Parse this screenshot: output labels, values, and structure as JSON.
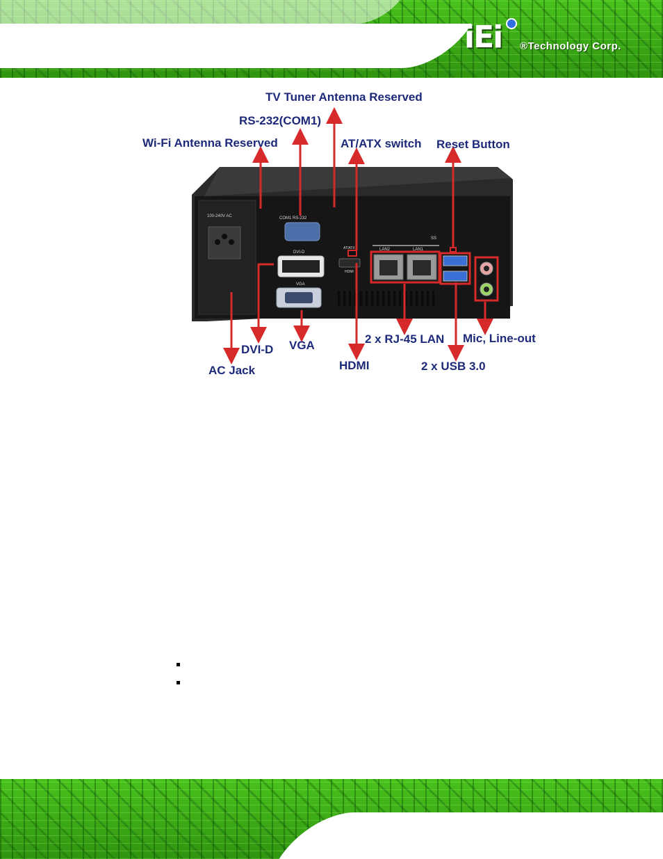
{
  "header": {
    "logo_mark": "iEi",
    "logo_text": "®Technology Corp."
  },
  "figure": {
    "labels": {
      "tv_tuner": "TV Tuner Antenna Reserved",
      "rs232": "RS-232(COM1)",
      "wifi": "Wi-Fi Antenna Reserved",
      "atatx": "AT/ATX switch",
      "reset": "Reset Button",
      "dvid": "DVI-D",
      "vga": "VGA",
      "rj45": "2 x RJ-45 LAN",
      "micline": "Mic, Line-out",
      "acjack": "AC Jack",
      "hdmi": "HDMI",
      "usb": "2 x USB 3.0"
    },
    "panel_markings": {
      "ac_voltage": "100-240V AC",
      "com": "COM1  RS-232",
      "dvi": "DVI-D",
      "vga": "VGA",
      "atatx": "AT/ATX",
      "hdmi": "HDMI",
      "lan2": "LAN2",
      "lan1": "LAN1",
      "ss": "SS"
    },
    "colors": {
      "callout": "#d62a2a",
      "label": "#1d2a7a",
      "chassis": "#1c1c1c"
    }
  },
  "bullets": [
    "",
    ""
  ]
}
